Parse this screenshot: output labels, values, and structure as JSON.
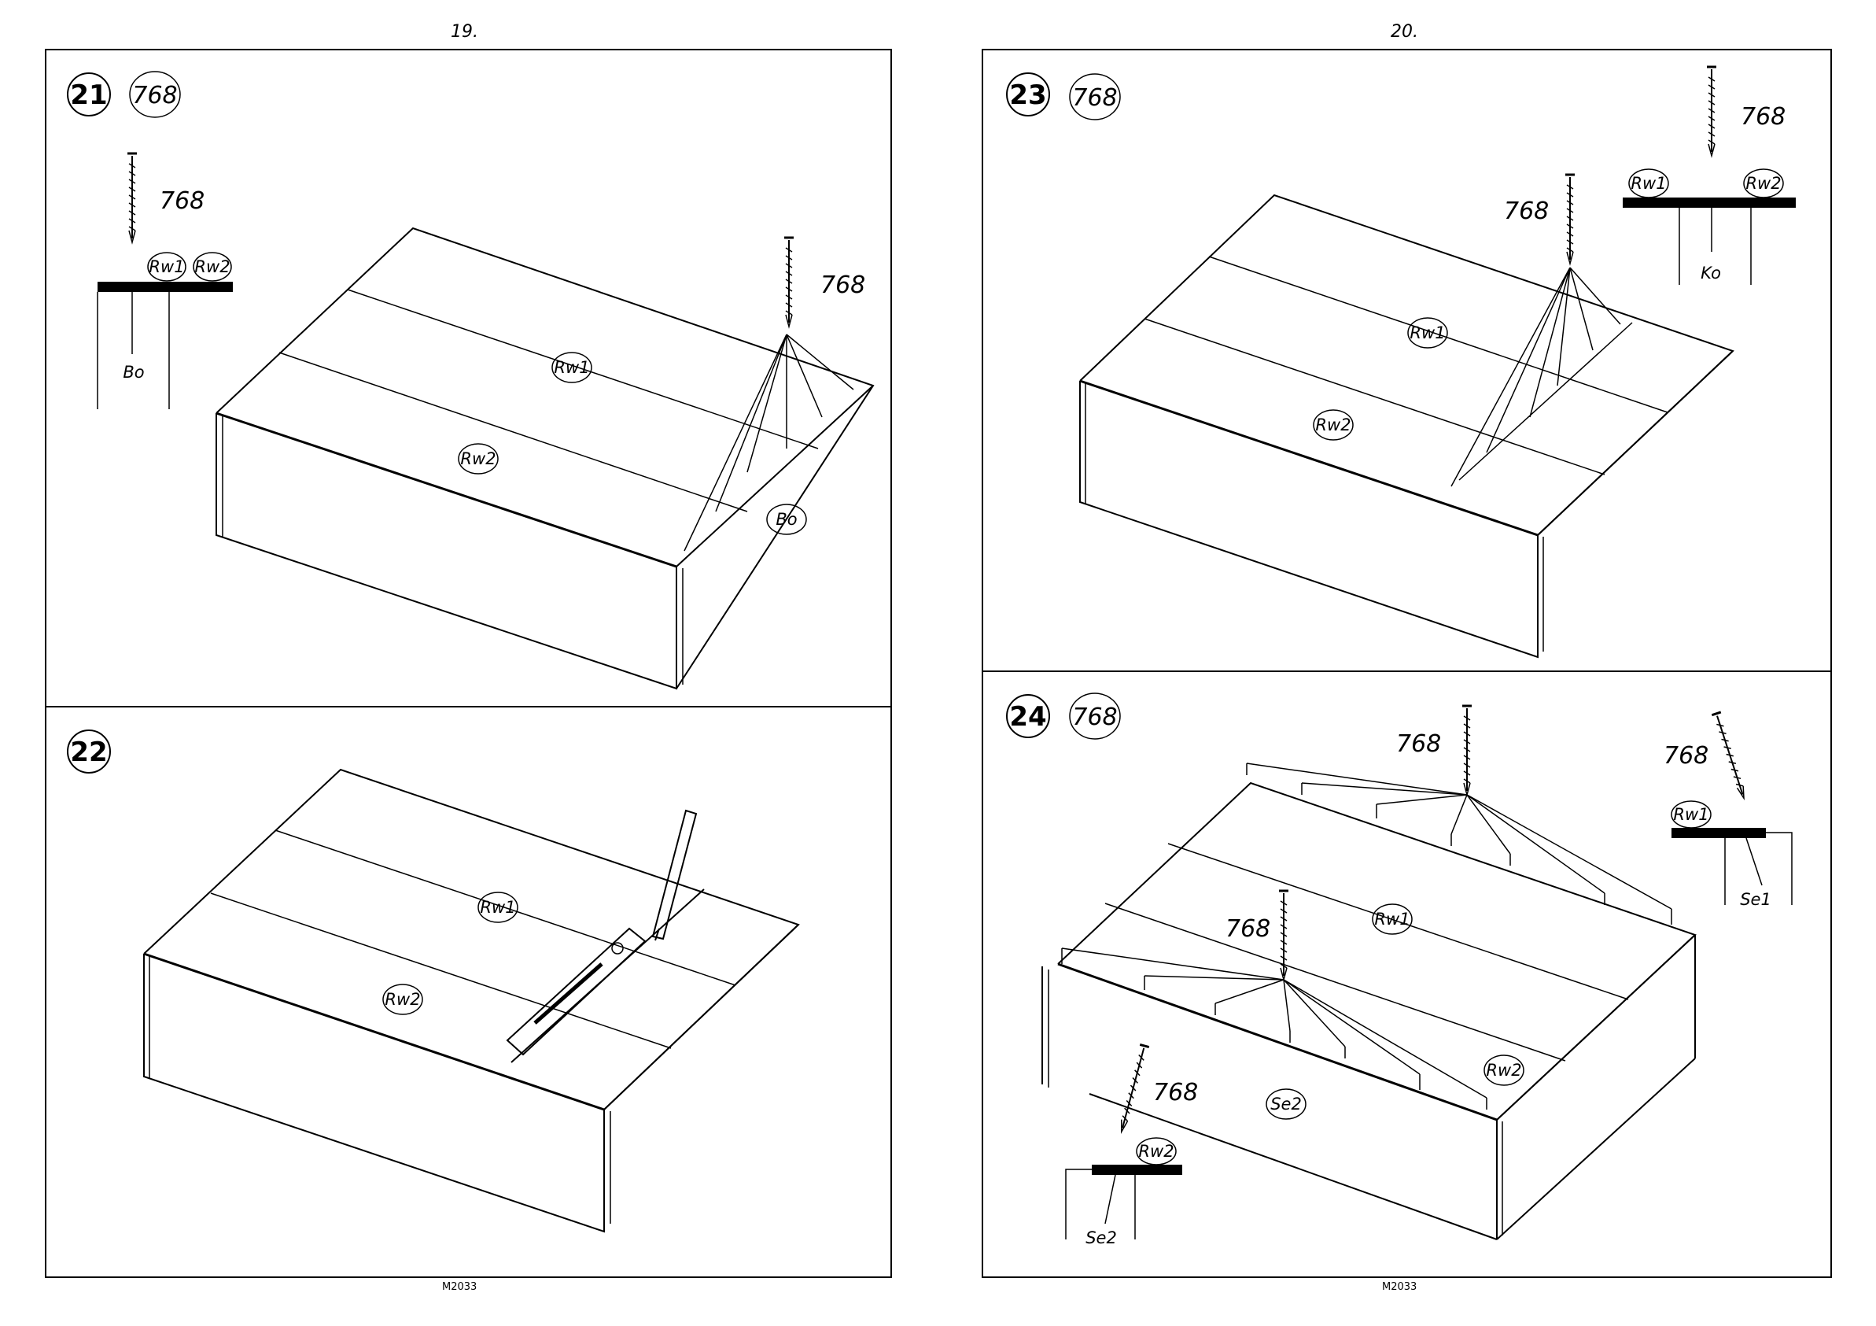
{
  "pages": [
    {
      "number": "19.",
      "footer": "M2033"
    },
    {
      "number": "20.",
      "footer": "M2033"
    }
  ],
  "steps": [
    {
      "id": "21",
      "code": "768",
      "callout_code": "768",
      "diagram_code": "768",
      "parts": {
        "rw1": "Rw1",
        "rw2": "Rw2",
        "bo": "Bo"
      }
    },
    {
      "id": "22",
      "parts": {
        "rw1": "Rw1",
        "rw2": "Rw2"
      }
    },
    {
      "id": "23",
      "code": "768",
      "callout_code": "768",
      "diagram_code": "768",
      "parts": {
        "rw1": "Rw1",
        "rw2": "Rw2",
        "ko": "Ko"
      }
    },
    {
      "id": "24",
      "code": "768",
      "callout_code_top": "768",
      "callout_code_right": "768",
      "callout_code_left": "768",
      "callout_code_bottom": "768",
      "parts": {
        "rw1": "Rw1",
        "rw2": "Rw2",
        "se1": "Se1",
        "se2": "Se2"
      }
    }
  ],
  "icons": {
    "nail": "nail-icon",
    "pencil": "pencil-icon",
    "level": "spirit-level-icon"
  }
}
